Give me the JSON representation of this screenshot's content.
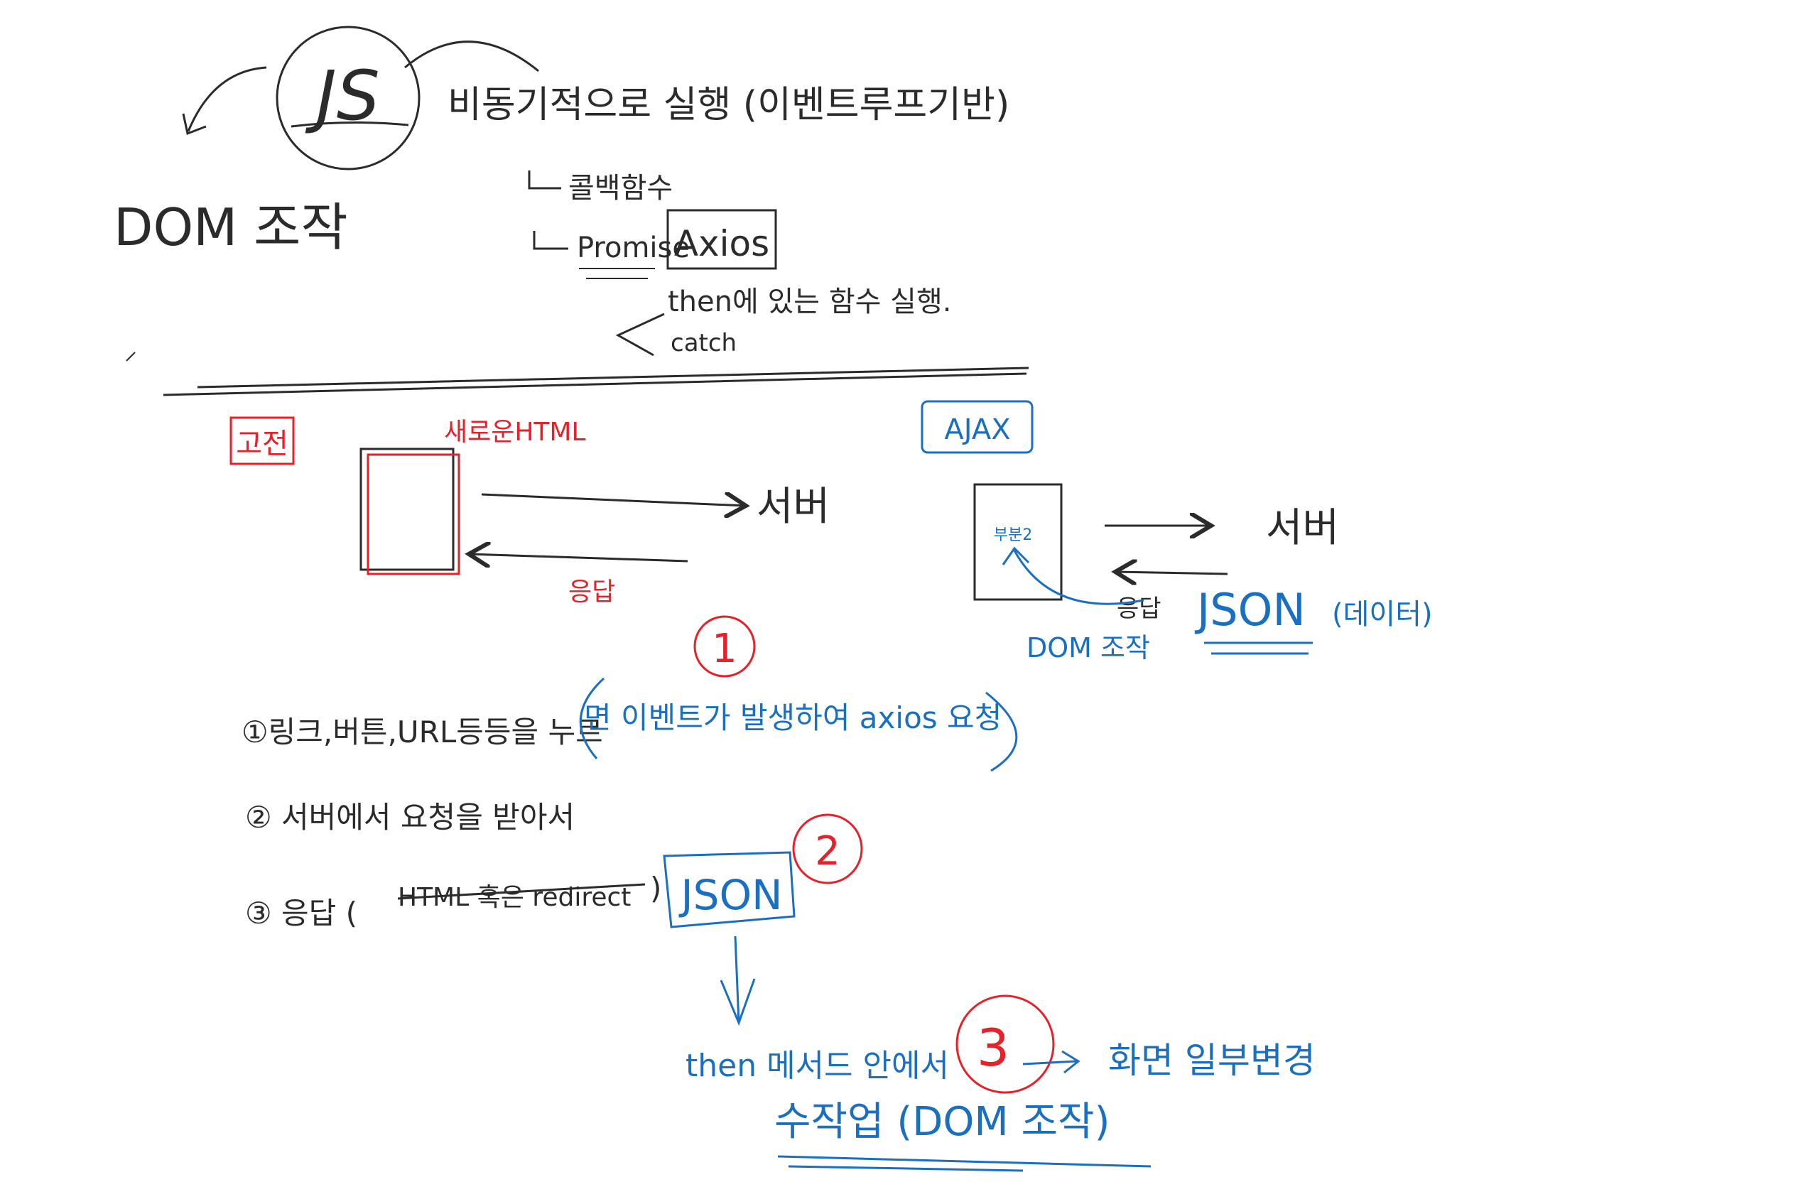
{
  "colors": {
    "ink": "#2b2b2b",
    "red": "#e8202a",
    "blue": "#1a6fc0",
    "background": "#ffffff"
  },
  "top": {
    "js_logo": "JS",
    "dom_manipulation": "DOM 조작",
    "async_title": "비동기적으로 실행 (이벤트루프기반)",
    "callback": "콜백함수",
    "promise": "Promise",
    "axios": "Axios",
    "then_note": "then에 있는 함수 실행.",
    "catch_label": "catch"
  },
  "left_diagram": {
    "label": "고전",
    "new_html": "새로운HTML",
    "server": "서버",
    "response": "응답"
  },
  "right_diagram": {
    "label": "AJAX",
    "box_mark": "부분2",
    "server": "서버",
    "response": "응답",
    "json": "JSON",
    "data": "(데이터)",
    "dom_manipulation": "DOM 조작"
  },
  "circles": [
    "1",
    "2",
    "3"
  ],
  "steps": {
    "step1_prefix": "①링크,버튼,URL등등을 누르",
    "step1_suffix": "면 이벤트가 발생하여 axios 요청",
    "step2": "② 서버에서 요청을 받아서",
    "step3_prefix": "③ 응답 (",
    "step3_strike": "HTML 혹은 redirect",
    "step3_suffix": ")",
    "json_box": "JSON",
    "then_method": "then 메서드 안에서",
    "manual_work": "수작업 (DOM 조작)",
    "partial_change": "화면 일부변경"
  }
}
